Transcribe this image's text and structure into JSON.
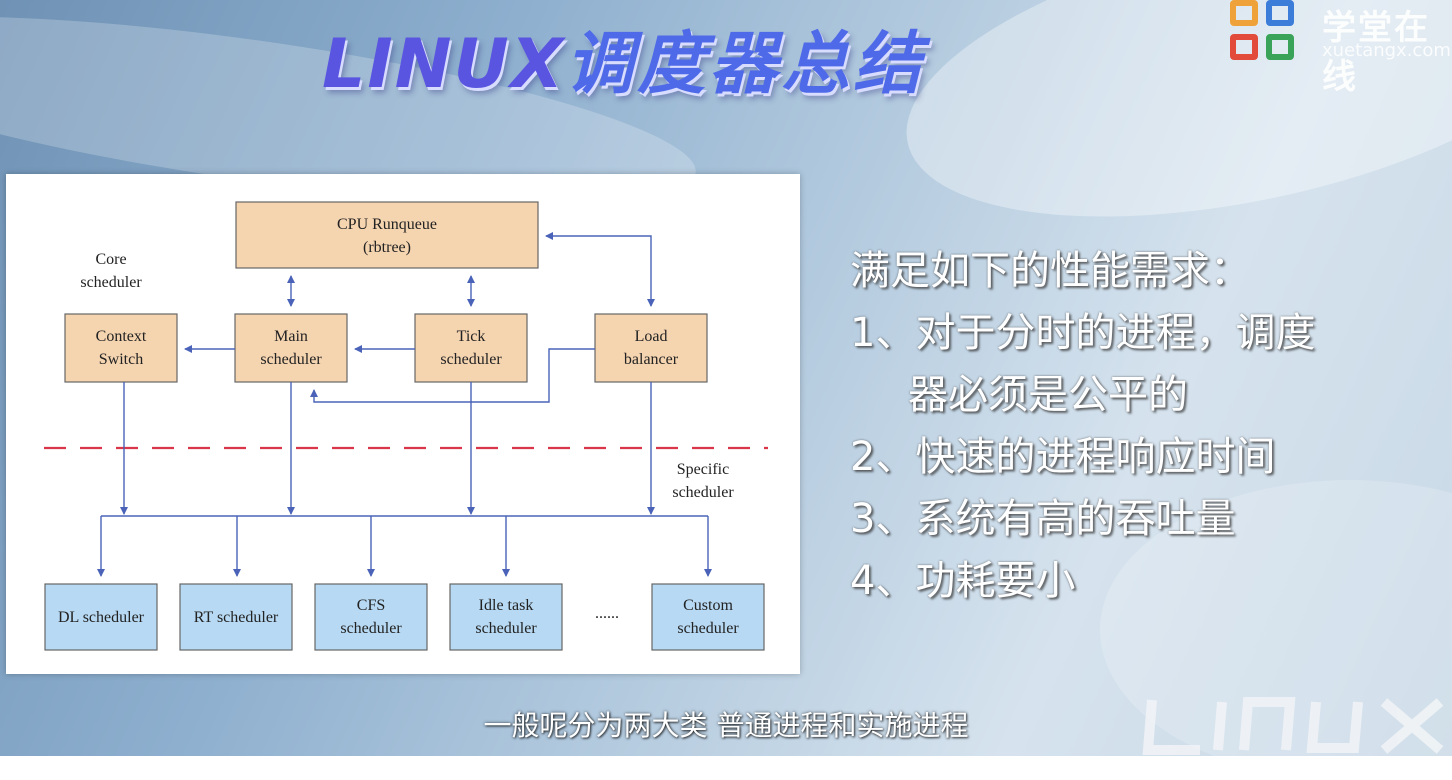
{
  "slide": {
    "title_latin": "LINUX",
    "title_cn": "调度器总结"
  },
  "logo": {
    "name": "学堂在线",
    "domain": "xuetangx.com"
  },
  "diagram": {
    "labels": {
      "cpu_runqueue": "CPU Runqueue",
      "rbtree": "(rbtree)",
      "core_scheduler_1": "Core",
      "core_scheduler_2": "scheduler",
      "context_1": "Context",
      "context_2": "Switch",
      "main_1": "Main",
      "main_2": "scheduler",
      "tick_1": "Tick",
      "tick_2": "scheduler",
      "load_1": "Load",
      "load_2": "balancer",
      "specific_1": "Specific",
      "specific_2": "scheduler",
      "dl": "DL scheduler",
      "rt": "RT scheduler",
      "cfs_1": "CFS",
      "cfs_2": "scheduler",
      "idle_1": "Idle task",
      "idle_2": "scheduler",
      "ellipsis": "......",
      "custom_1": "Custom",
      "custom_2": "scheduler"
    },
    "colors": {
      "core_box": "#f5d4b0",
      "class_box": "#b7d9f3",
      "arrow": "#4a63b8",
      "divider": "#d9364a"
    }
  },
  "bullets": {
    "heading": "满足如下的性能需求：",
    "item1_a": "1、对于分时的进程，调度",
    "item1_b": "器必须是公平的",
    "item2": "2、快速的进程响应时间",
    "item3": "3、系统有高的吞吐量",
    "item4": "4、功耗要小"
  },
  "subtitle": "一般呢分为两大类 普通进程和实施进程"
}
